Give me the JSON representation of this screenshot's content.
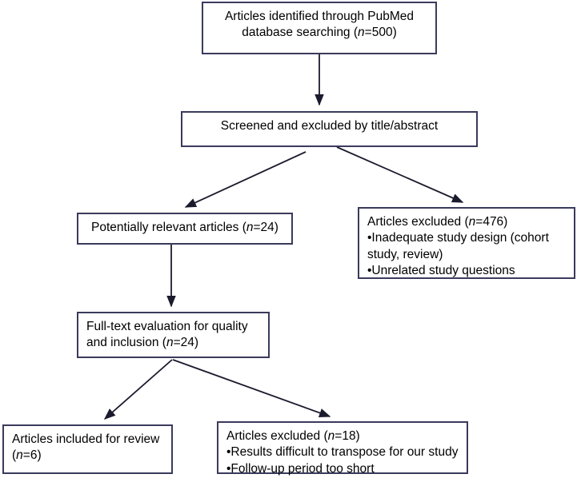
{
  "diagram": {
    "title": "PRISMA-style study selection flow diagram",
    "border_color": "#3a3a5c",
    "text_color": "#000000",
    "background": "#ffffff",
    "boxes": {
      "identified": {
        "line1": "Articles identified through PubMed",
        "line2_pre": "database searching (",
        "line2_var": "n",
        "line2_post": "=500)",
        "count": 500
      },
      "screened": {
        "line1": "Screened and excluded by title/abstract"
      },
      "relevant": {
        "line1_pre": "Potentially relevant articles (",
        "line1_var": "n",
        "line1_post": "=24)",
        "count": 24
      },
      "excluded_476": {
        "line1_pre": "Articles excluded (",
        "line1_var": "n",
        "line1_post": "=476)",
        "line2": "•Inadequate study design (cohort",
        "line3": "study, review)",
        "line4": "•Unrelated study questions",
        "count": 476
      },
      "fulltext": {
        "line1": "Full-text evaluation for quality",
        "line2_pre": "and inclusion (",
        "line2_var": "n",
        "line2_post": "=24)",
        "count": 24
      },
      "included": {
        "line1": "Articles included for review",
        "line2_pre": "(",
        "line2_var": "n",
        "line2_post": "=6)",
        "count": 6
      },
      "excluded_18": {
        "line1_pre": "Articles excluded (",
        "line1_var": "n",
        "line1_post": "=18)",
        "line2": "•Results difficult to transpose for our study",
        "line3": "•Follow-up period too short",
        "count": 18
      }
    }
  }
}
